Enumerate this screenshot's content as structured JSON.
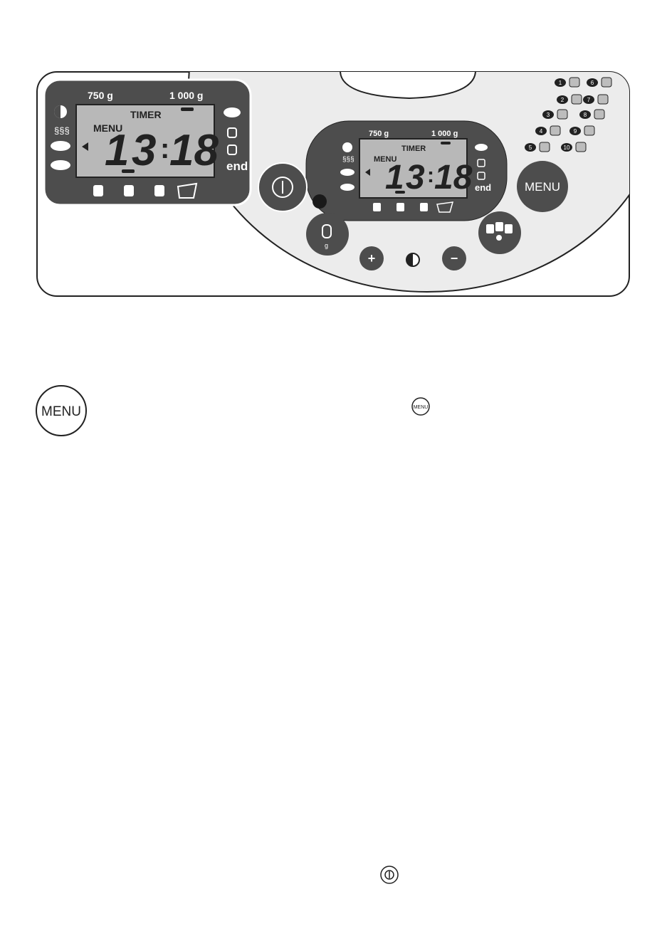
{
  "panel": {
    "weights": {
      "w750": "750 g",
      "w1000": "1 000 g"
    },
    "timer_label": "TIMER",
    "menu_label": "MENU",
    "end_label": "end",
    "lcd_digits": {
      "d1": "1",
      "d2": "3",
      "colon": ":",
      "d3": "18"
    },
    "buttons": {
      "menu": "MENU",
      "plus": "+",
      "minus": "−"
    },
    "programs": [
      "1",
      "2",
      "3",
      "4",
      "5",
      "6",
      "7",
      "8",
      "9",
      "10"
    ]
  },
  "colors": {
    "display_bg": "#4d4d4d",
    "lcd_bg": "#b8b8b8",
    "button_dark": "#4d4d4d",
    "panel_bg": "#ececec",
    "indicator_led": "#1a1a1a"
  },
  "icons": [
    "crust-icon",
    "heat-icon",
    "knead-icon",
    "rise-icon",
    "bake-icon",
    "loaf-icon",
    "power-icon",
    "weight-icon",
    "select-loaf-icon"
  ],
  "side_icons": {
    "menu_button_small": "MENU"
  }
}
